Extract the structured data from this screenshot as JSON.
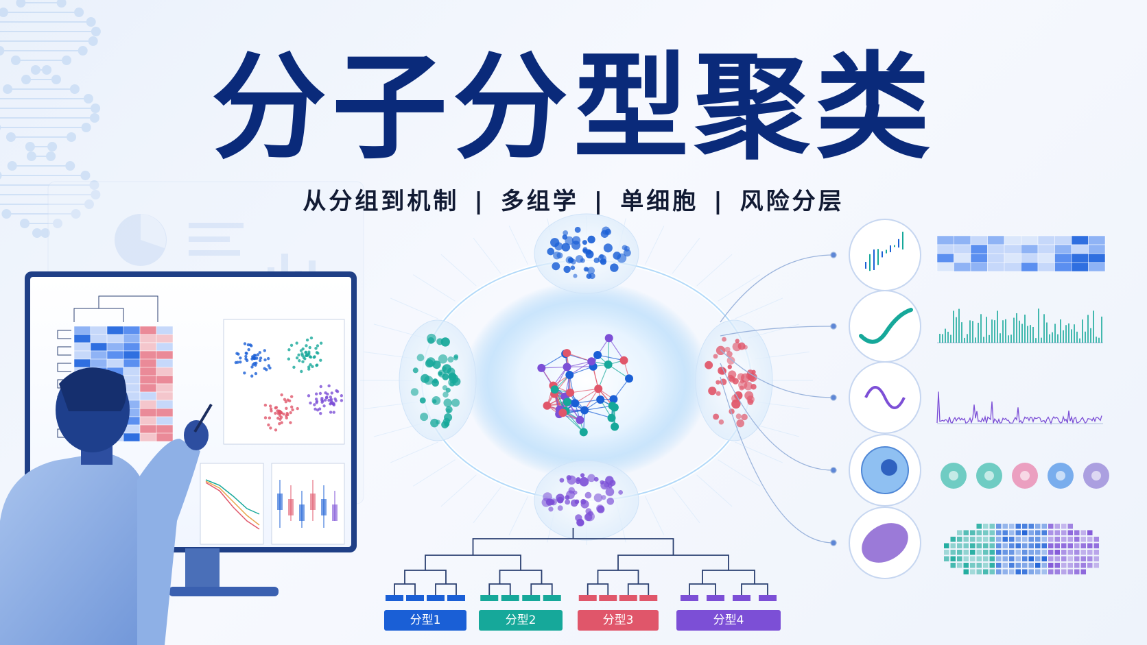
{
  "title": "分子分型聚类",
  "subtitle": {
    "items": [
      "从分组到机制",
      "多组学",
      "单细胞",
      "风险分层"
    ],
    "separator": "|"
  },
  "subtypes": [
    {
      "label": "分型1",
      "color": "#1a5fd6"
    },
    {
      "label": "分型2",
      "color": "#16a89a"
    },
    {
      "label": "分型3",
      "color": "#e0566a"
    },
    {
      "label": "分型4",
      "color": "#7c4fd6"
    }
  ],
  "colors": {
    "title": "#0a2a7a",
    "blue": "#1a5fd6",
    "teal": "#16a89a",
    "red": "#e0566a",
    "purple": "#7c4fd6"
  },
  "omics_icons": [
    "dna-icon",
    "rna-icon",
    "protein-icon",
    "cell-icon",
    "tissue-icon"
  ],
  "illustration": {
    "figure": "scientist-pointing",
    "monitor_panels": [
      "heatmap-dendrogram",
      "cluster-scatter",
      "survival-curve",
      "boxplot"
    ]
  }
}
